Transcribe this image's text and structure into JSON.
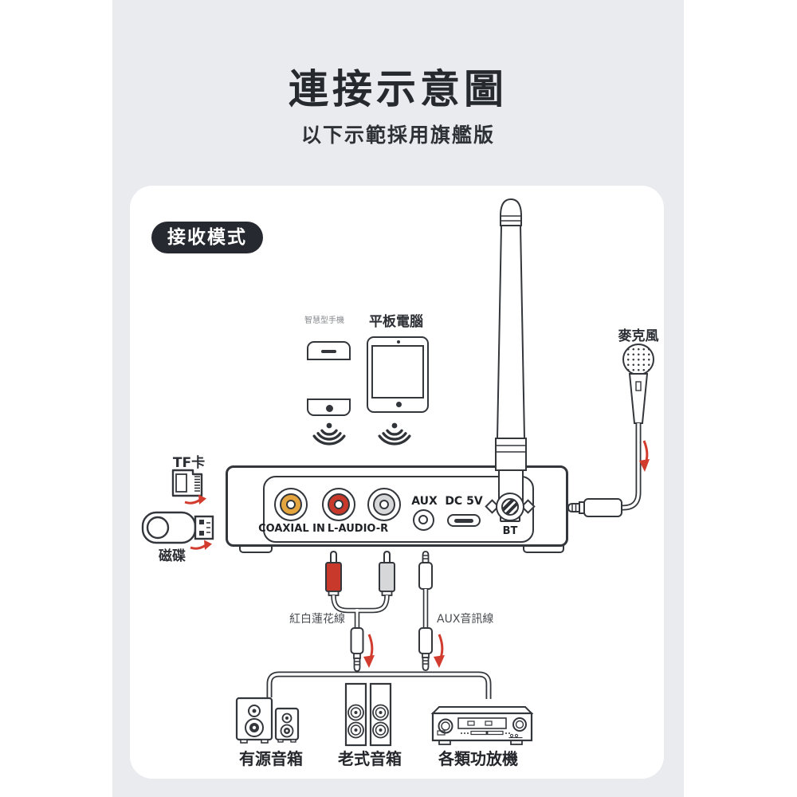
{
  "header": {
    "title": "連接示意圖",
    "subtitle": "以下示範採用旗艦版"
  },
  "mode_badge": {
    "label": "接收模式"
  },
  "sources": {
    "phone": "智慧型手機",
    "tablet": "平板電腦",
    "mic": "麥克風",
    "tf_card": "TF卡",
    "usb_disk": "磁碟"
  },
  "device": {
    "port_coaxial": "COAXIAL IN",
    "port_rca": "L-AUDIO-R",
    "port_aux": "AUX",
    "port_dc": "DC 5V",
    "port_bt": "BT"
  },
  "cables": {
    "rca_label": "紅白蓮花線",
    "aux_label": "AUX音訊線"
  },
  "outputs": {
    "powered_speakers": "有源音箱",
    "vintage_speakers": "老式音箱",
    "amplifier": "各類功放機"
  },
  "colors": {
    "accent_red": "#D23C2E",
    "rca_yellow": "#E4A43E",
    "rca_red": "#C8392C",
    "rca_white": "#D6D7D9",
    "badge_bg": "#26292F",
    "band_bg": "#E9EBEF",
    "line": "#33363B"
  }
}
